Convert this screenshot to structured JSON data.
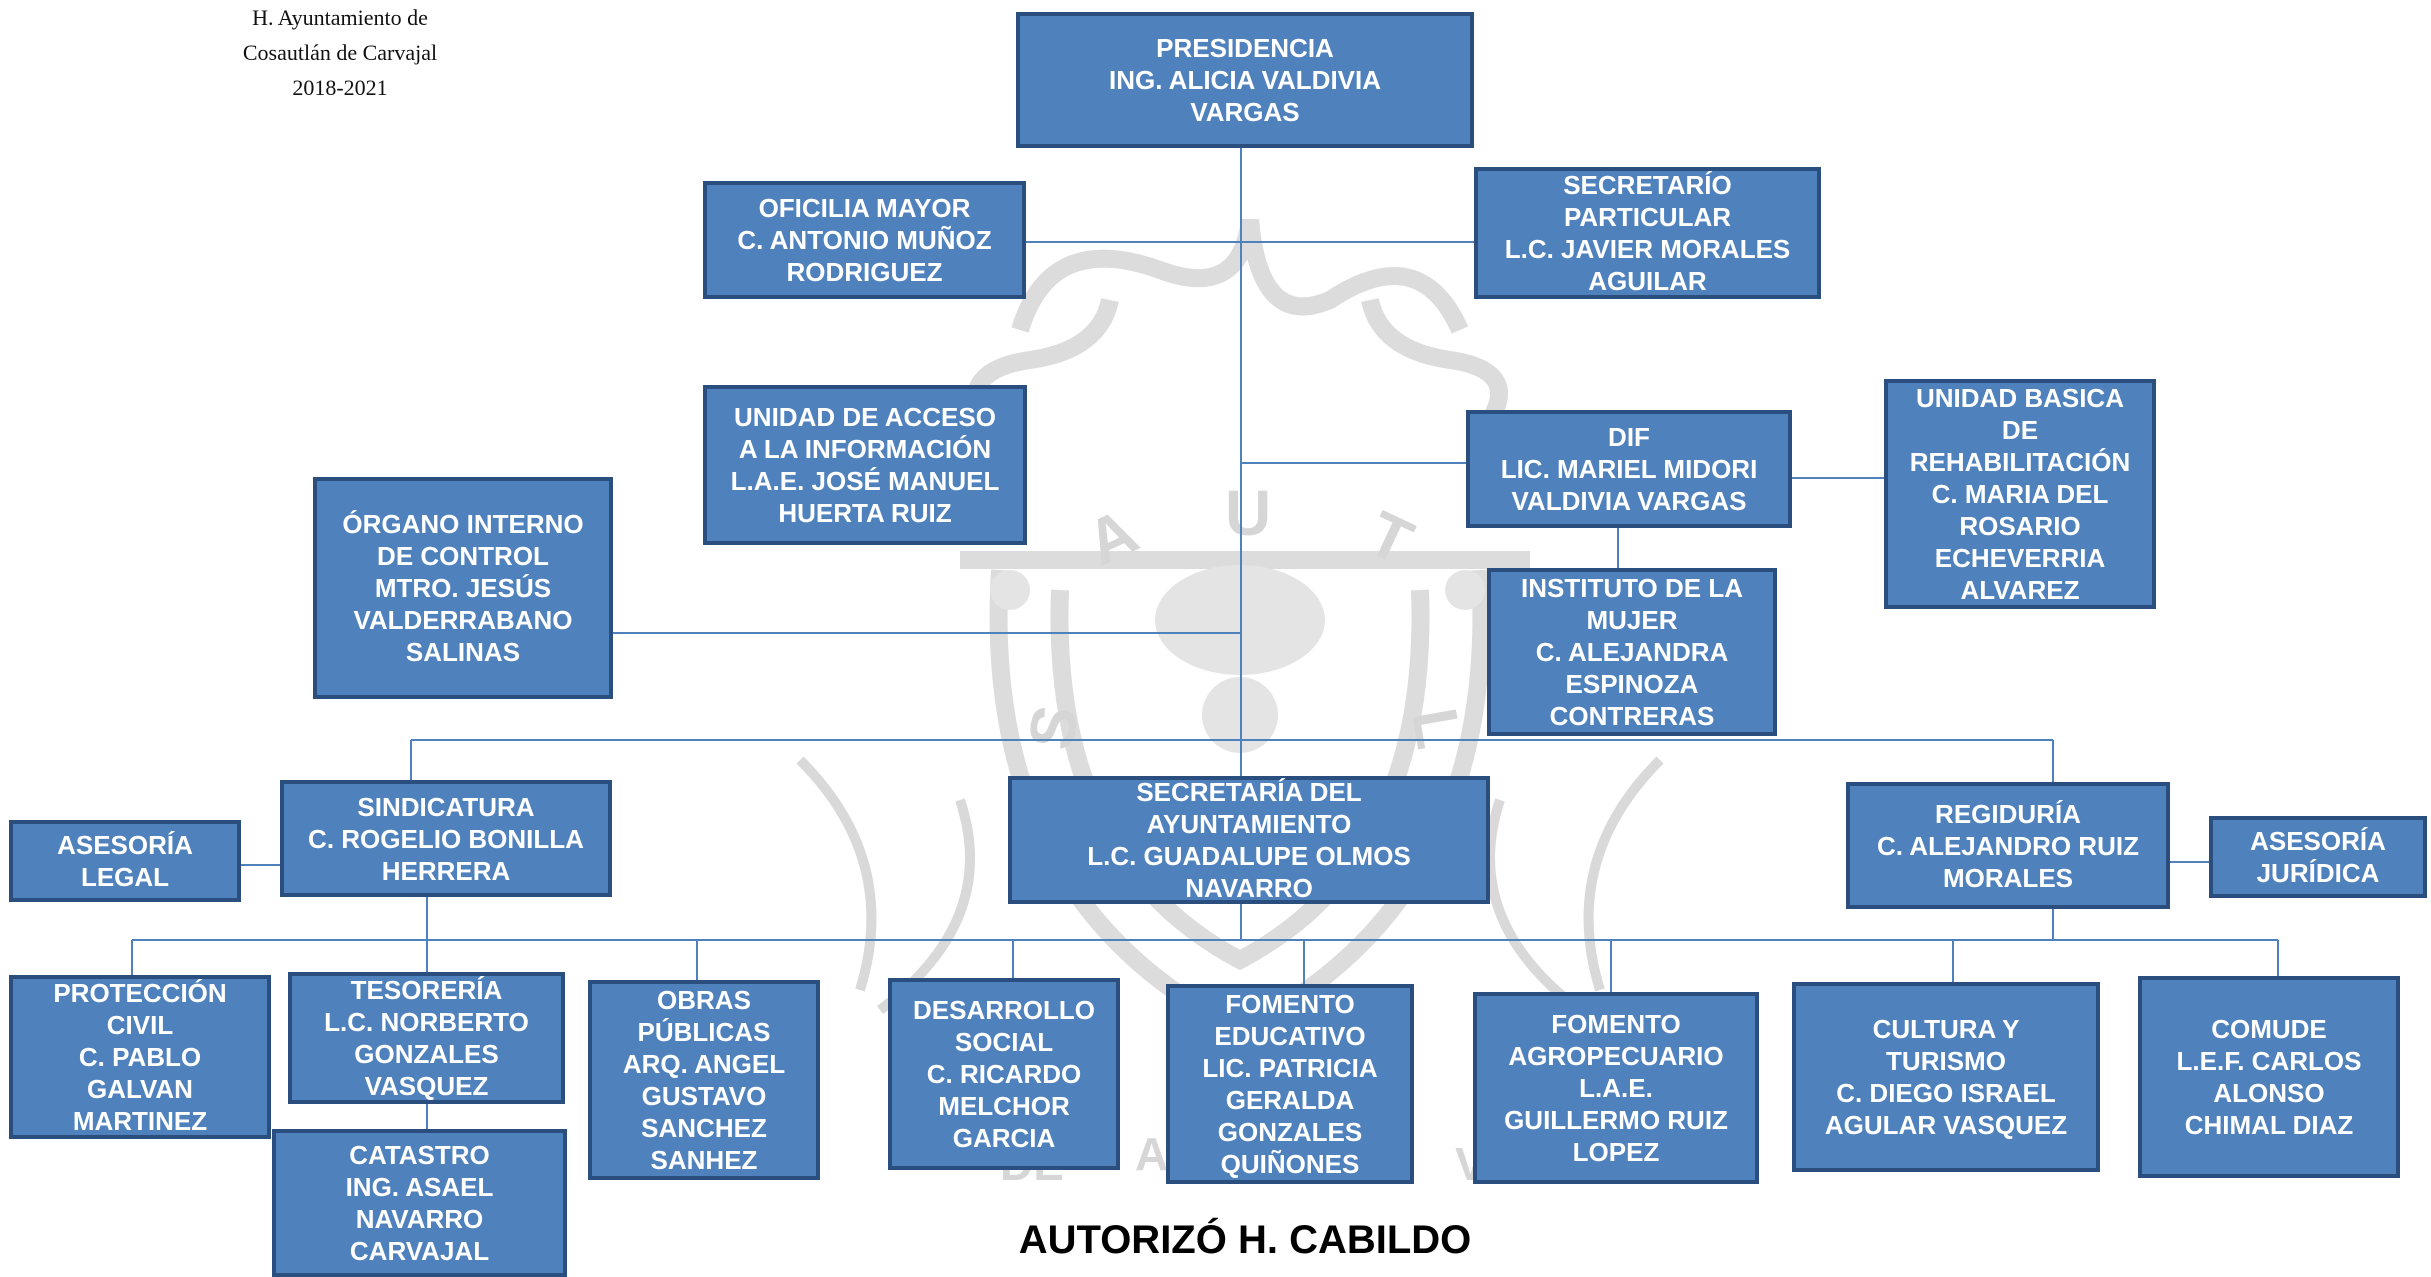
{
  "header": {
    "line1": "H. Ayuntamiento de",
    "line2": "Cosautlán de Carvajal",
    "line3": "2018-2021"
  },
  "boxes": {
    "presidencia": [
      "PRESIDENCIA",
      "ING. ALICIA VALDIVIA",
      "VARGAS"
    ],
    "oficilia_mayor": [
      "OFICILIA MAYOR",
      "C. ANTONIO MUÑOZ",
      "RODRIGUEZ"
    ],
    "secretario_particular": [
      "SECRETARÍO",
      "PARTICULAR",
      "L.C. JAVIER MORALES",
      "AGUILAR"
    ],
    "unidad_acceso": [
      "UNIDAD DE ACCESO",
      "A LA INFORMACIÓN",
      "L.A.E. JOSÉ MANUEL",
      "HUERTA RUIZ"
    ],
    "dif": [
      "DIF",
      "LIC. MARIEL MIDORI",
      "VALDIVIA VARGAS"
    ],
    "unidad_basica": [
      "UNIDAD BASICA",
      "DE",
      "REHABILITACIÓN",
      "C. MARIA DEL",
      "ROSARIO",
      "ECHEVERRIA",
      "ALVAREZ"
    ],
    "organo_interno": [
      "ÓRGANO INTERNO",
      "DE CONTROL",
      "MTRO. JESÚS",
      "VALDERRABANO",
      "SALINAS"
    ],
    "instituto_mujer": [
      "INSTITUTO DE LA",
      "MUJER",
      "C. ALEJANDRA",
      "ESPINOZA",
      "CONTRERAS"
    ],
    "asesoria_legal": [
      "ASESORÍA",
      "LEGAL"
    ],
    "sindicatura": [
      "SINDICATURA",
      "C. ROGELIO BONILLA",
      "HERRERA"
    ],
    "secretaria_ayuntamiento": [
      "SECRETARÍA DEL",
      "AYUNTAMIENTO",
      "L.C. GUADALUPE OLMOS",
      "NAVARRO"
    ],
    "regiduria": [
      "REGIDURÍA",
      "C. ALEJANDRO RUIZ",
      "MORALES"
    ],
    "asesoria_juridica": [
      "ASESORÍA",
      "JURÍDICA"
    ],
    "proteccion_civil": [
      "PROTECCIÓN",
      "CIVIL",
      "C. PABLO",
      "GALVAN",
      "MARTINEZ"
    ],
    "tesoreria": [
      "TESORERÍA",
      "L.C. NORBERTO",
      "GONZALES",
      "VASQUEZ"
    ],
    "catastro": [
      "CATASTRO",
      "ING. ASAEL",
      "NAVARRO",
      "CARVAJAL"
    ],
    "obras_publicas": [
      "OBRAS",
      "PÚBLICAS",
      "ARQ. ANGEL",
      "GUSTAVO",
      "SANCHEZ",
      "SANHEZ"
    ],
    "desarrollo_social": [
      "DESARROLLO",
      "SOCIAL",
      "C. RICARDO",
      "MELCHOR",
      "GARCIA"
    ],
    "fomento_educativo": [
      "FOMENTO",
      "EDUCATIVO",
      "LIC. PATRICIA",
      "GERALDA",
      "GONZALES",
      "QUIÑONES"
    ],
    "fomento_agropecuario": [
      "FOMENTO",
      "AGROPECUARIO",
      "L.A.E.",
      "GUILLERMO RUIZ",
      "LOPEZ"
    ],
    "cultura_turismo": [
      "CULTURA Y",
      "TURISMO",
      "C. DIEGO ISRAEL",
      "AGULAR VASQUEZ"
    ],
    "comude": [
      "COMUDE",
      "L.E.F. CARLOS",
      "ALONSO",
      "CHIMAL DIAZ"
    ]
  },
  "watermark_letters": [
    "A",
    "U",
    "T",
    "S",
    "L",
    "A",
    "VE",
    "DE"
  ],
  "footer": "AUTORIZÓ H. CABILDO",
  "colors": {
    "box_fill": "#4f81bd",
    "box_border": "#2a4e7e",
    "connector": "#4f81bd",
    "watermark": "#d9d9d9"
  }
}
